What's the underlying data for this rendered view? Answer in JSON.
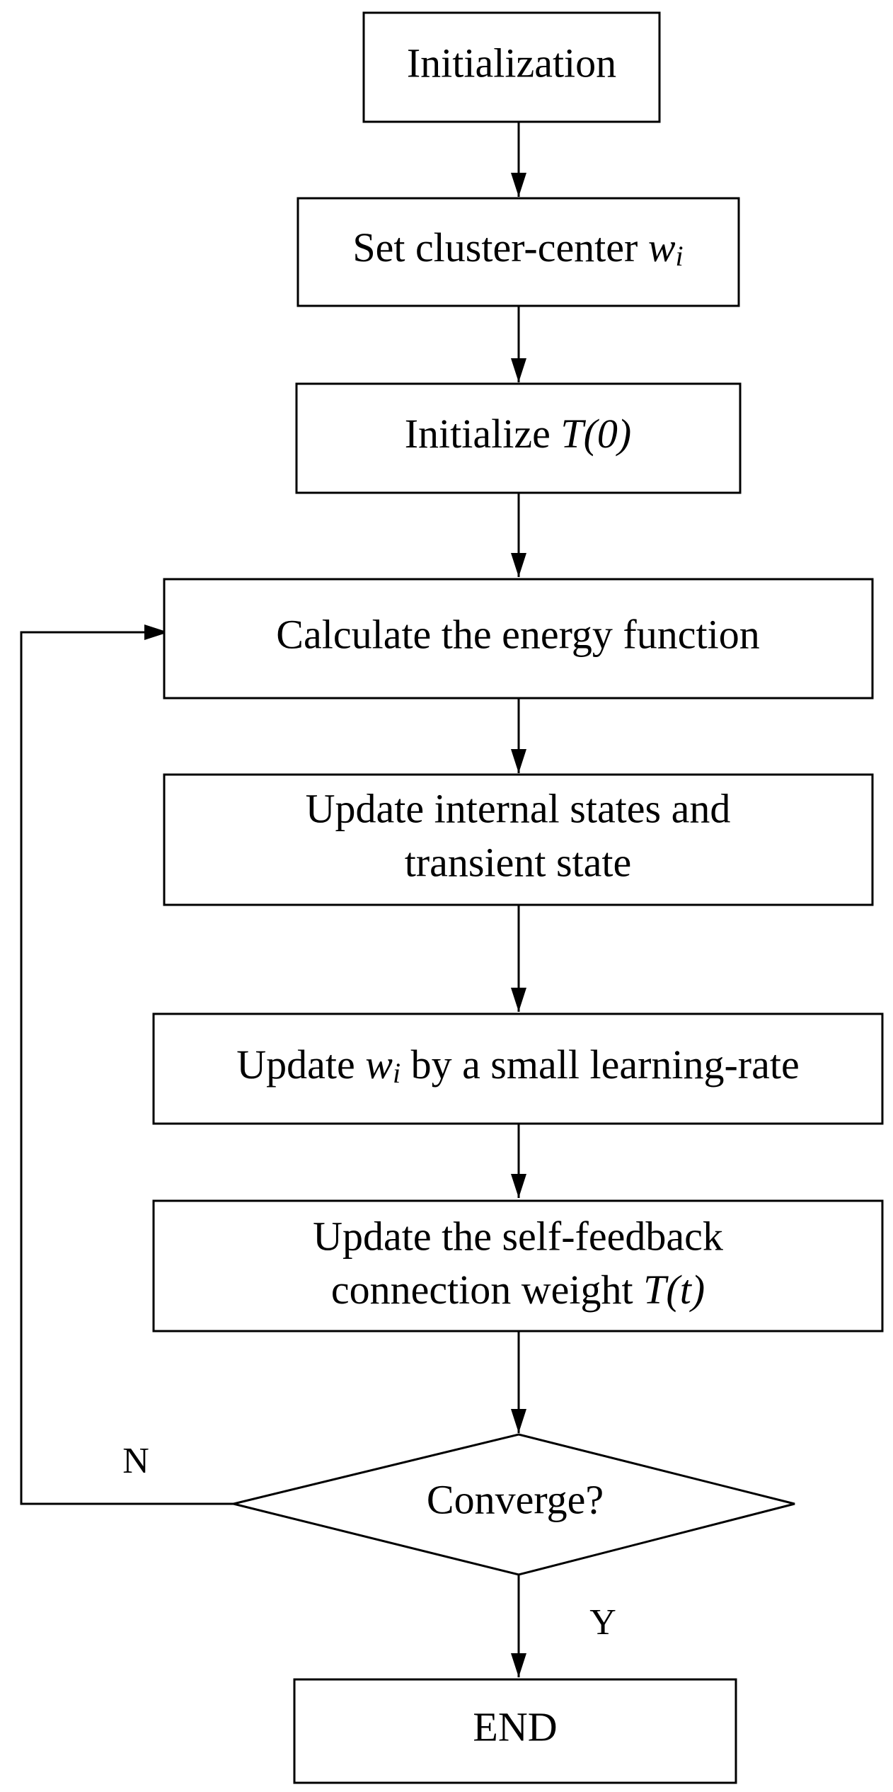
{
  "nodes": {
    "init": {
      "text": "Initialization"
    },
    "cluster": {
      "prefix": "Set cluster-center ",
      "var": "w",
      "sub": "i"
    },
    "initT": {
      "prefix": "Initialize ",
      "var": "T(0)"
    },
    "energy": {
      "text": "Calculate the energy function"
    },
    "update_states": {
      "line1": "Update internal states and",
      "line2": "transient state"
    },
    "update_w": {
      "prefix": "Update ",
      "var": "w",
      "sub": "i",
      "suffix": " by a small learning-rate"
    },
    "update_T": {
      "line1": "Update  the self-feedback",
      "line2_prefix": "connection weight ",
      "line2_var": "T(t)"
    },
    "converge": {
      "text": "Converge?"
    },
    "end": {
      "text": "END"
    }
  },
  "edge_labels": {
    "no": "N",
    "yes": "Y"
  }
}
